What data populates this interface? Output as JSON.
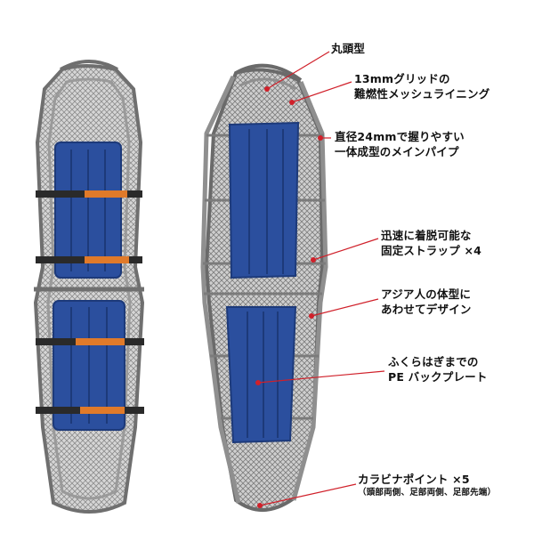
{
  "colors": {
    "frame": "#8c8c8c",
    "frame_dark": "#5a5a5a",
    "mesh": "#bdbdbd",
    "board_blue": "#2b4f9e",
    "board_blue_dark": "#1d3a7a",
    "strap_black": "#2a2a2a",
    "strap_orange": "#e07a2a",
    "leader_red": "#d0202a"
  },
  "callouts": {
    "round_head": "丸頭型",
    "mesh_line1": "13mmグリッドの",
    "mesh_line2": "難燃性メッシュライニング",
    "pipe_line1": "直径24mmで握りやすい",
    "pipe_line2": "一体成型のメインパイプ",
    "strap_line1": "迅速に着脱可能な",
    "strap_line2": "固定ストラップ ×4",
    "fit_line1": "アジア人の体型に",
    "fit_line2": "あわせてデザイン",
    "backplate_line1": "ふくらはぎまでの",
    "backplate_line2": "PE バックプレート",
    "carabiner_line1": "カラビナポイント ×5",
    "carabiner_line2": "（頭部両側、足部両側、足部先端）"
  }
}
